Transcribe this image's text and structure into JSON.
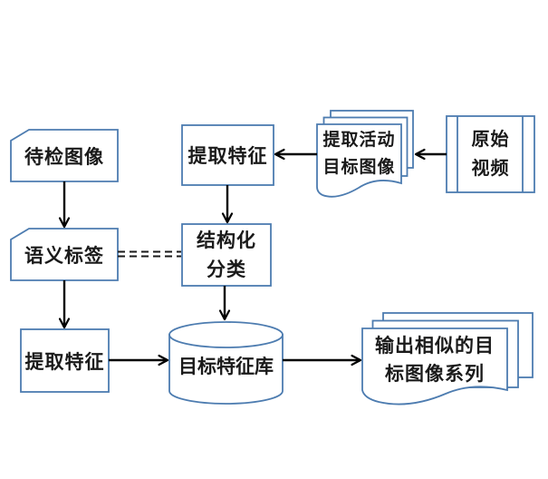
{
  "diagram": {
    "type": "flowchart",
    "background": "#ffffff",
    "colors": {
      "shape_border": "#4d7cb0",
      "shape_fill": "#ffffff",
      "arrow": "#000000",
      "text": "#1a1a1a"
    },
    "nodes": {
      "pending_image": {
        "shape": "card",
        "lines": [
          "待检图像"
        ]
      },
      "semantic_label": {
        "shape": "card",
        "lines": [
          "语义标签"
        ]
      },
      "extract_features_left": {
        "shape": "rectangle",
        "lines": [
          "提取特征"
        ]
      },
      "extract_features_top": {
        "shape": "rectangle",
        "lines": [
          "提取特征"
        ]
      },
      "structured_classification": {
        "shape": "rectangle",
        "lines": [
          "结构化",
          "分类"
        ]
      },
      "target_feature_db": {
        "shape": "cylinder",
        "lines": [
          "目标特征库"
        ]
      },
      "extract_active_targets": {
        "shape": "multi-document",
        "lines": [
          "提取活动",
          "目标图像"
        ]
      },
      "original_video": {
        "shape": "predefined-process",
        "lines": [
          "原始",
          "视频"
        ]
      },
      "output_series": {
        "shape": "multi-document",
        "lines": [
          "输出相似的目",
          "标图像系列"
        ]
      }
    },
    "edges": [
      {
        "from": "pending_image",
        "to": "semantic_label",
        "style": "solid-arrow"
      },
      {
        "from": "semantic_label",
        "to": "extract_features_left",
        "style": "solid-arrow"
      },
      {
        "from": "extract_features_left",
        "to": "target_feature_db",
        "style": "solid-arrow"
      },
      {
        "from": "target_feature_db",
        "to": "output_series",
        "style": "solid-arrow"
      },
      {
        "from": "original_video",
        "to": "extract_active_targets",
        "style": "solid-arrow"
      },
      {
        "from": "extract_active_targets",
        "to": "extract_features_top",
        "style": "solid-arrow"
      },
      {
        "from": "extract_features_top",
        "to": "structured_classification",
        "style": "solid-arrow"
      },
      {
        "from": "structured_classification",
        "to": "target_feature_db",
        "style": "solid-arrow"
      },
      {
        "from": "semantic_label",
        "to": "structured_classification",
        "style": "double-dashed-line"
      }
    ]
  }
}
